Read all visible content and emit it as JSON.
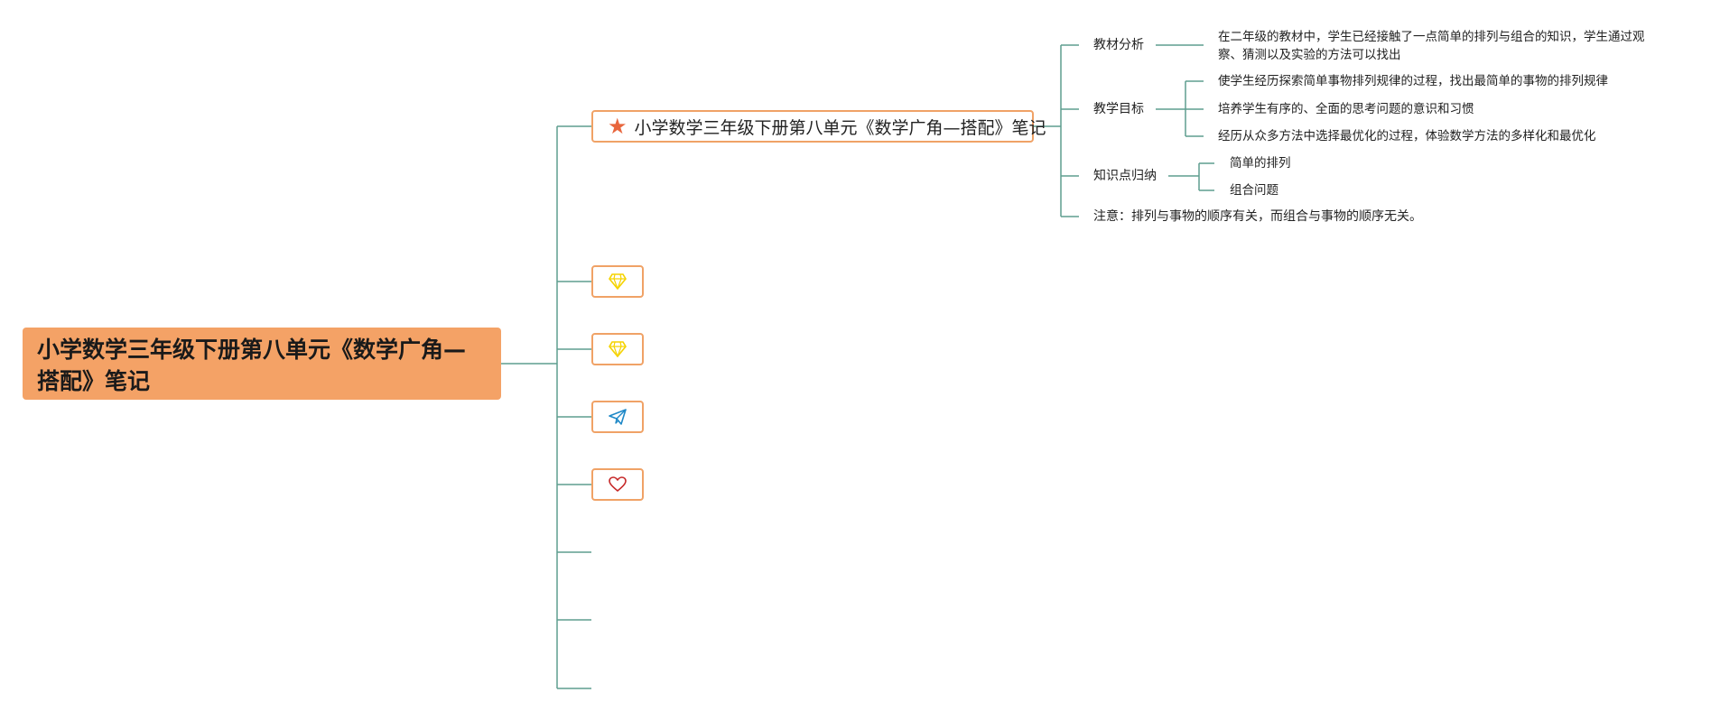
{
  "root": {
    "title": "小学数学三年级下册第八单元《数学广角—搭配》笔记"
  },
  "branch_main": {
    "title": "小学数学三年级下册第八单元《数学广角—搭配》笔记",
    "icon": "star-icon"
  },
  "icon_nodes": [
    {
      "icon": "gem-icon",
      "color": "#f5d300"
    },
    {
      "icon": "gem-icon",
      "color": "#f5d300"
    },
    {
      "icon": "paper-plane-icon",
      "color": "#1e88c7"
    },
    {
      "icon": "heart-icon",
      "color": "#c62828"
    }
  ],
  "subtopics": {
    "analysis": {
      "label": "教材分析",
      "content": "在二年级的教材中，学生已经接触了一点简单的排列与组合的知识，学生通过观察、猜测以及实验的方法可以找出"
    },
    "goals": {
      "label": "教学目标",
      "items": [
        "使学生经历探索简单事物排列规律的过程，找出最简单的事物的排列规律",
        "培养学生有序的、全面的思考问题的意识和习惯",
        "经历从众多方法中选择最优化的过程，体验数学方法的多样化和最优化"
      ]
    },
    "knowledge": {
      "label": "知识点归纳",
      "items": [
        "简单的排列",
        "组合问题"
      ]
    },
    "note": {
      "label": "注意：排列与事物的顺序有关，而组合与事物的顺序无关。"
    }
  },
  "colors": {
    "root_fill": "#f4a266",
    "node_border": "#f0a266",
    "connector": "#5f9e8f"
  }
}
